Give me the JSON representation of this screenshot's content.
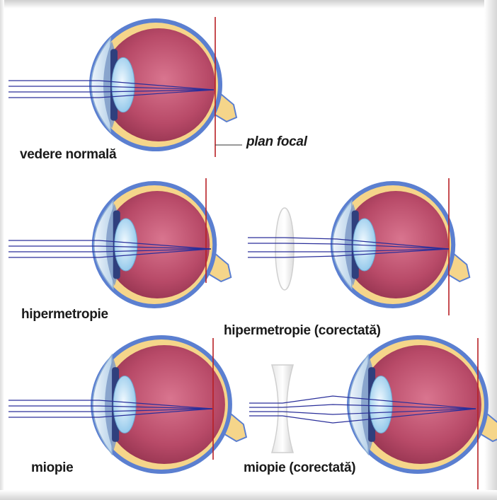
{
  "labels": {
    "normal": "vedere normală",
    "focal_plane": "plan focal",
    "hyperopia": "hipermetropie",
    "hyperopia_corrected": "hipermetropie (corectată)",
    "myopia": "miopie",
    "myopia_corrected": "miopie (corectată)"
  },
  "colors": {
    "sclera": "#5b7fd0",
    "retina_band": "#f5d58a",
    "vitreous": "#b44565",
    "vitreous_light": "#d16b86",
    "lens": "#bfe0f6",
    "iris": "#2f3f7d",
    "cornea": "#d9e8f5",
    "ray": "#2a2f9a",
    "focal_line": "#b82025"
  }
}
